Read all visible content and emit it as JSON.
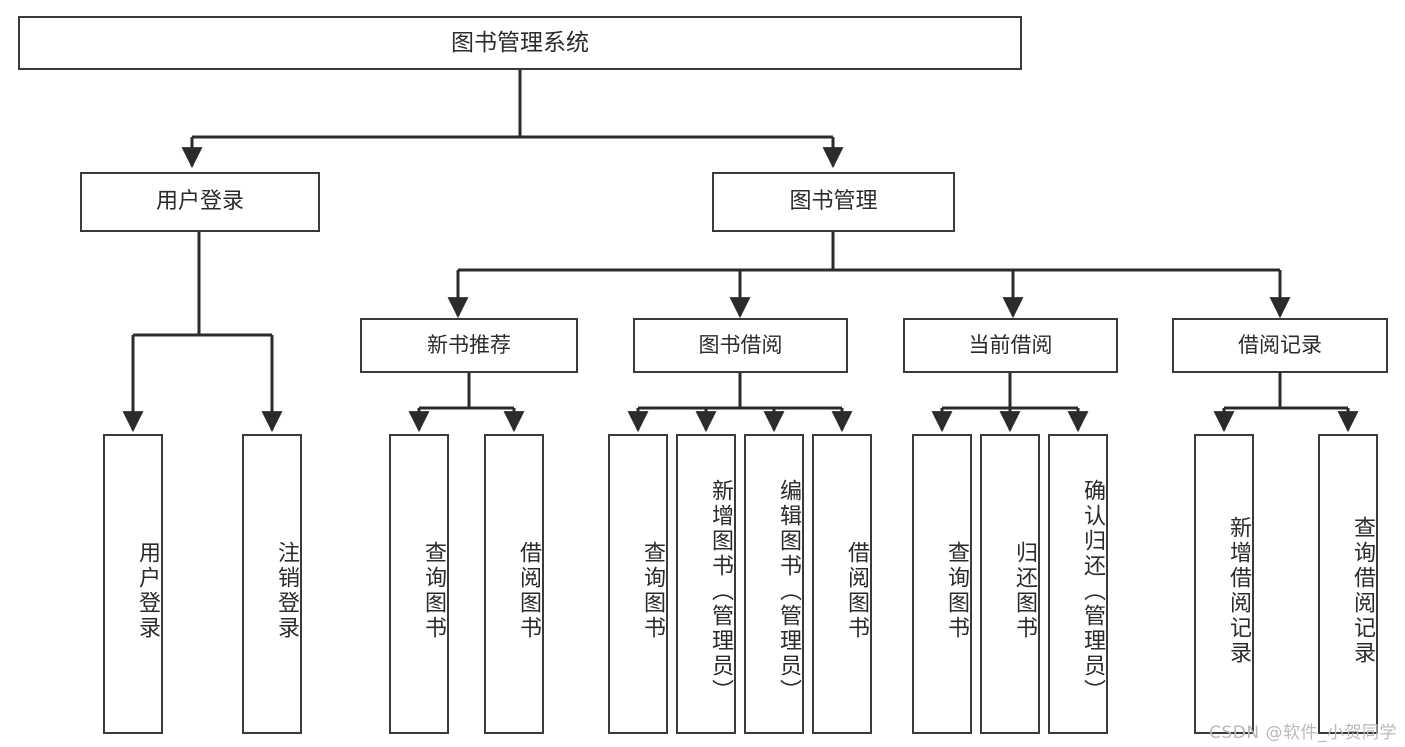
{
  "diagram": {
    "type": "tree",
    "title": "图书管理系统",
    "orientation": "top-down",
    "colors": {
      "box_border": "#3a3a3a",
      "box_fill": "#ffffff",
      "edge": "#2b2b2b",
      "text": "#2b2b2b",
      "watermark": "#b9b9b9"
    },
    "watermark": "CSDN @软件_小贺同学",
    "nodes": {
      "root": {
        "label": "图书管理系统"
      },
      "level1": [
        {
          "id": "user-login",
          "label": "用户登录"
        },
        {
          "id": "book-manage",
          "label": "图书管理"
        }
      ],
      "level2": [
        {
          "id": "new-book-recommend",
          "label": "新书推荐",
          "parent": "book-manage"
        },
        {
          "id": "book-borrow",
          "label": "图书借阅",
          "parent": "book-manage"
        },
        {
          "id": "current-borrow",
          "label": "当前借阅",
          "parent": "book-manage"
        },
        {
          "id": "borrow-record",
          "label": "借阅记录",
          "parent": "book-manage"
        }
      ],
      "leaves": [
        {
          "id": "leaf-user-login",
          "label": "用户登录",
          "parent": "user-login"
        },
        {
          "id": "leaf-logout",
          "label": "注销登录",
          "parent": "user-login"
        },
        {
          "id": "leaf-query-book-1",
          "label": "查询图书",
          "parent": "new-book-recommend"
        },
        {
          "id": "leaf-borrow-book-1",
          "label": "借阅图书",
          "parent": "new-book-recommend"
        },
        {
          "id": "leaf-query-book-2",
          "label": "查询图书",
          "parent": "book-borrow"
        },
        {
          "id": "leaf-add-book",
          "label": "新增图书（管理员）",
          "parent": "book-borrow"
        },
        {
          "id": "leaf-edit-book",
          "label": "编辑图书（管理员）",
          "parent": "book-borrow"
        },
        {
          "id": "leaf-borrow-book-2",
          "label": "借阅图书",
          "parent": "book-borrow"
        },
        {
          "id": "leaf-query-book-3",
          "label": "查询图书",
          "parent": "current-borrow"
        },
        {
          "id": "leaf-return-book",
          "label": "归还图书",
          "parent": "current-borrow"
        },
        {
          "id": "leaf-confirm-return",
          "label": "确认归还（管理员）",
          "parent": "current-borrow"
        },
        {
          "id": "leaf-add-record",
          "label": "新增借阅记录",
          "parent": "borrow-record"
        },
        {
          "id": "leaf-query-record",
          "label": "查询借阅记录",
          "parent": "borrow-record"
        }
      ]
    }
  }
}
